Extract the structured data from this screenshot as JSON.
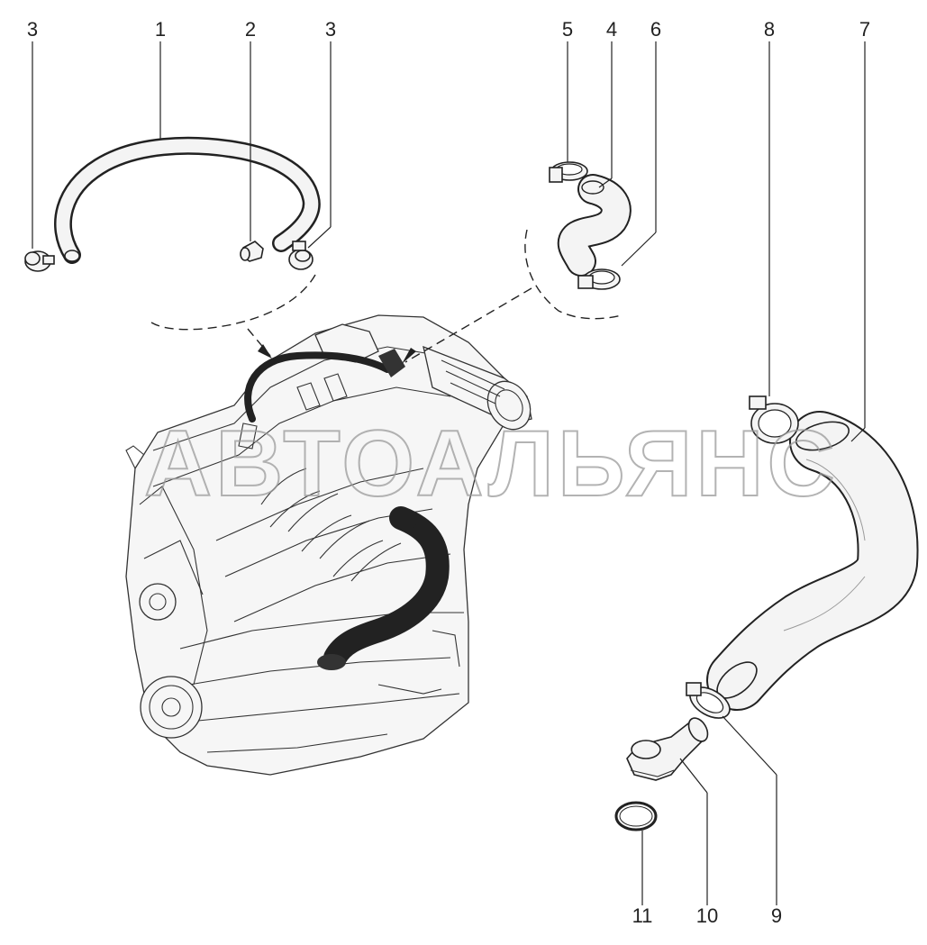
{
  "watermark": "АВТОАЛЬЯНС",
  "callouts": [
    "1",
    "2",
    "3",
    "3",
    "4",
    "5",
    "6",
    "7",
    "8",
    "9",
    "10",
    "11"
  ]
}
